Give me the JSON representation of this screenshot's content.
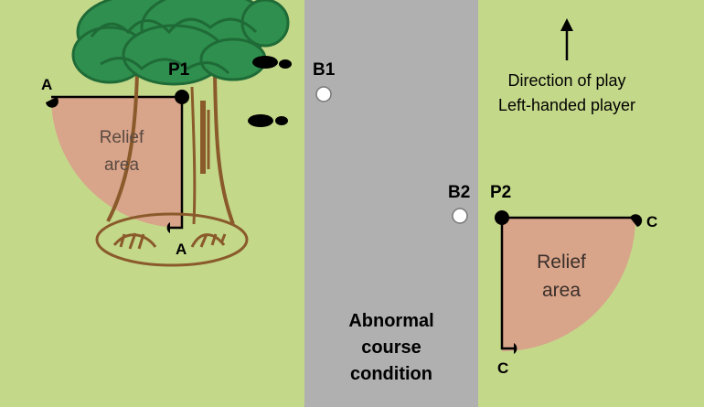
{
  "colors": {
    "grass": "#c4d88a",
    "road": "#b0b0b0",
    "relief": "#d8a48a",
    "tree_leaves": "#2f8f4e",
    "tree_trunk": "#8a5a2b",
    "marker": "#000000"
  },
  "labels": {
    "point_a_top": "A",
    "point_a_bottom": "A",
    "point_p1": "P1",
    "point_b1": "B1",
    "point_b2": "B2",
    "point_p2": "P2",
    "point_c_top": "C",
    "point_c_bottom": "C",
    "relief_left": [
      "Relief",
      "area"
    ],
    "relief_right": [
      "Relief",
      "area"
    ],
    "abnormal": [
      "Abnormal",
      "course",
      "condition"
    ],
    "direction": [
      "Direction of play",
      "Left-handed player"
    ]
  },
  "icons": [
    "footprint-icon",
    "golf-ball-icon",
    "arrow-up-icon",
    "tree-icon"
  ]
}
